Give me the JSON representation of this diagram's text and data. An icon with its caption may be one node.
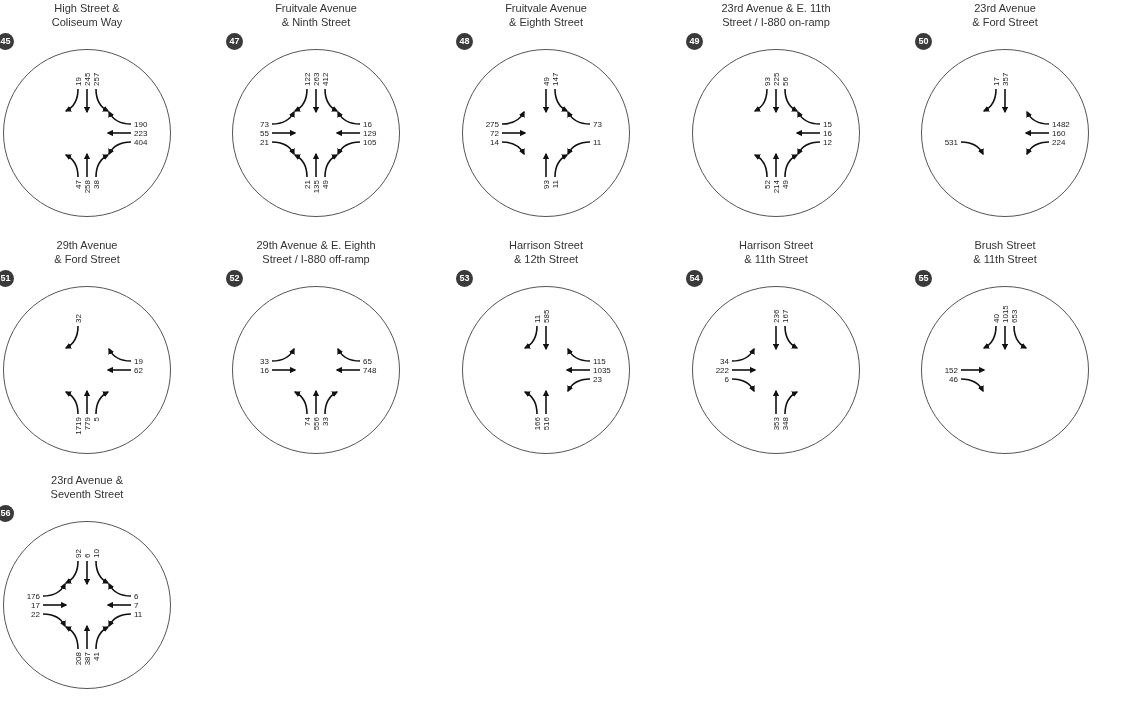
{
  "diagram": {
    "nodes": [
      {
        "text": [
          "High Street & Coliseum Way",
          "19",
          "245",
          "257",
          "190",
          "223",
          "404",
          "47",
          "258",
          "38"
        ],
        "beside": [
          "45"
        ]
      },
      {
        "text": [
          "Fruitvale Avenue & Ninth Street",
          "122",
          "263",
          "412",
          "73",
          "55",
          "21",
          "16",
          "129",
          "105",
          "21",
          "135",
          "49"
        ],
        "beside": [
          "47"
        ]
      },
      {
        "text": [
          "Fruitvale Avenue & Eighth Street",
          "49",
          "147",
          "275",
          "72",
          "14",
          "73",
          "11",
          "93",
          "11"
        ],
        "beside": [
          "48"
        ]
      },
      {
        "text": [
          "23rd Avenue & E. 11th Street / I-880 on-ramp",
          "93",
          "225",
          "56",
          "15",
          "16",
          "12",
          "52",
          "214",
          "49"
        ],
        "beside": [
          "49"
        ]
      },
      {
        "text": [
          "23rd Avenue & Ford Street",
          "17",
          "357",
          "531",
          "1482",
          "160",
          "224"
        ],
        "beside": [
          "50"
        ]
      },
      {
        "text": [
          "29th Avenue & Ford Street",
          "32",
          "19",
          "62",
          "1719",
          "779",
          "5"
        ],
        "beside": [
          "51"
        ]
      },
      {
        "text": [
          "29th Avenue & E. Eighth Street / I-880 off-ramp",
          "33",
          "16",
          "65",
          "748",
          "74",
          "556",
          "33"
        ],
        "beside": [
          "52"
        ]
      },
      {
        "text": [
          "Harrison Street & 12th Street",
          "11",
          "585",
          "115",
          "1035",
          "23",
          "166",
          "516"
        ],
        "beside": [
          "53"
        ]
      },
      {
        "text": [
          "Harrison Street & 11th Street",
          "236",
          "167",
          "34",
          "222",
          "6",
          "353",
          "348"
        ],
        "beside": [
          "54"
        ]
      },
      {
        "text": [
          "Brush Street & 11th Street",
          "40",
          "1015",
          "653",
          "152",
          "46"
        ],
        "beside": [
          "55"
        ]
      },
      {
        "text": [
          "23rd Avenue & Seventh Street",
          "92",
          "6",
          "10",
          "176",
          "17",
          "22",
          "6",
          "7",
          "11",
          "208",
          "387",
          "41"
        ],
        "beside": [
          "56"
        ]
      }
    ]
  }
}
